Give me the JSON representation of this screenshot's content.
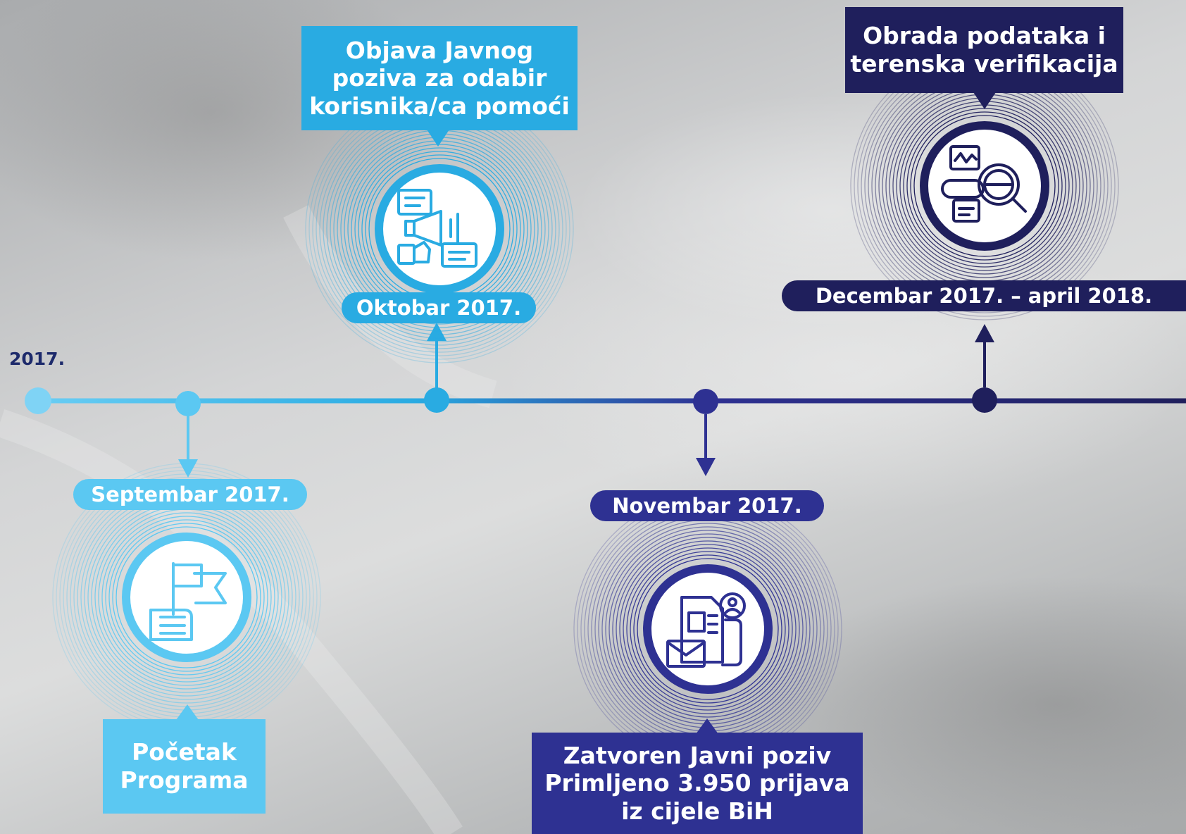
{
  "year_label": "2017.",
  "colors": {
    "light_blue": "#5bc8f2",
    "mid_blue": "#29abe2",
    "indigo": "#2e3192",
    "dark_navy": "#1f1f5c"
  },
  "milestones": [
    {
      "date": "Septembar 2017.",
      "text": "Početak\nPrograma",
      "icon": "hand-flag-icon"
    },
    {
      "date": "Oktobar 2017.",
      "text": "Objava Javnog\npoziva za odabir\nkorisnika/ca pomoći",
      "icon": "megaphone-icon"
    },
    {
      "date": "Novembar 2017.",
      "text": "Zatvoren Javni poziv\nPrimljeno 3.950 prijava\niz cijele BiH",
      "icon": "application-document-icon"
    },
    {
      "date": "Decembar 2017. – april 2018.",
      "text": "Obrada podataka i\nterenska verifikacija",
      "icon": "data-search-icon"
    }
  ]
}
